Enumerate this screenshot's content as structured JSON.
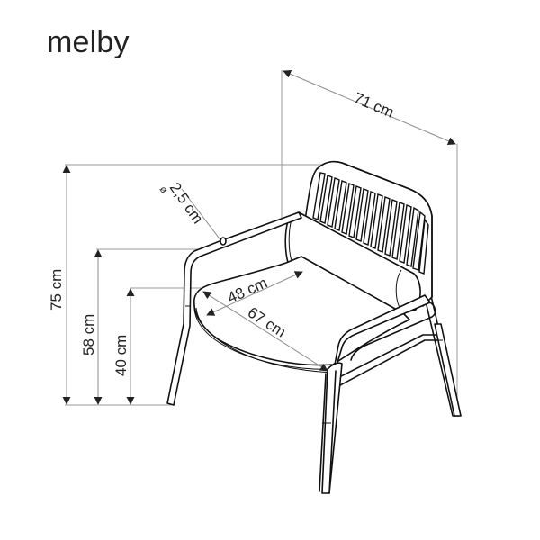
{
  "title": "melby",
  "colors": {
    "text": "#222222",
    "line_art": "#111111",
    "dimension_lines": "#8c8c8c",
    "background": "#ffffff"
  },
  "dimensions": {
    "width": "71 cm",
    "height_total": "75 cm",
    "armrest_height": "58 cm",
    "seat_height": "40 cm",
    "seat_depth": "48 cm",
    "seat_width": "67 cm",
    "tube_diameter": "ø 2,5 cm"
  },
  "labels": {
    "diameter_symbol": "ø",
    "tube_diameter_value": "2,5 cm"
  }
}
